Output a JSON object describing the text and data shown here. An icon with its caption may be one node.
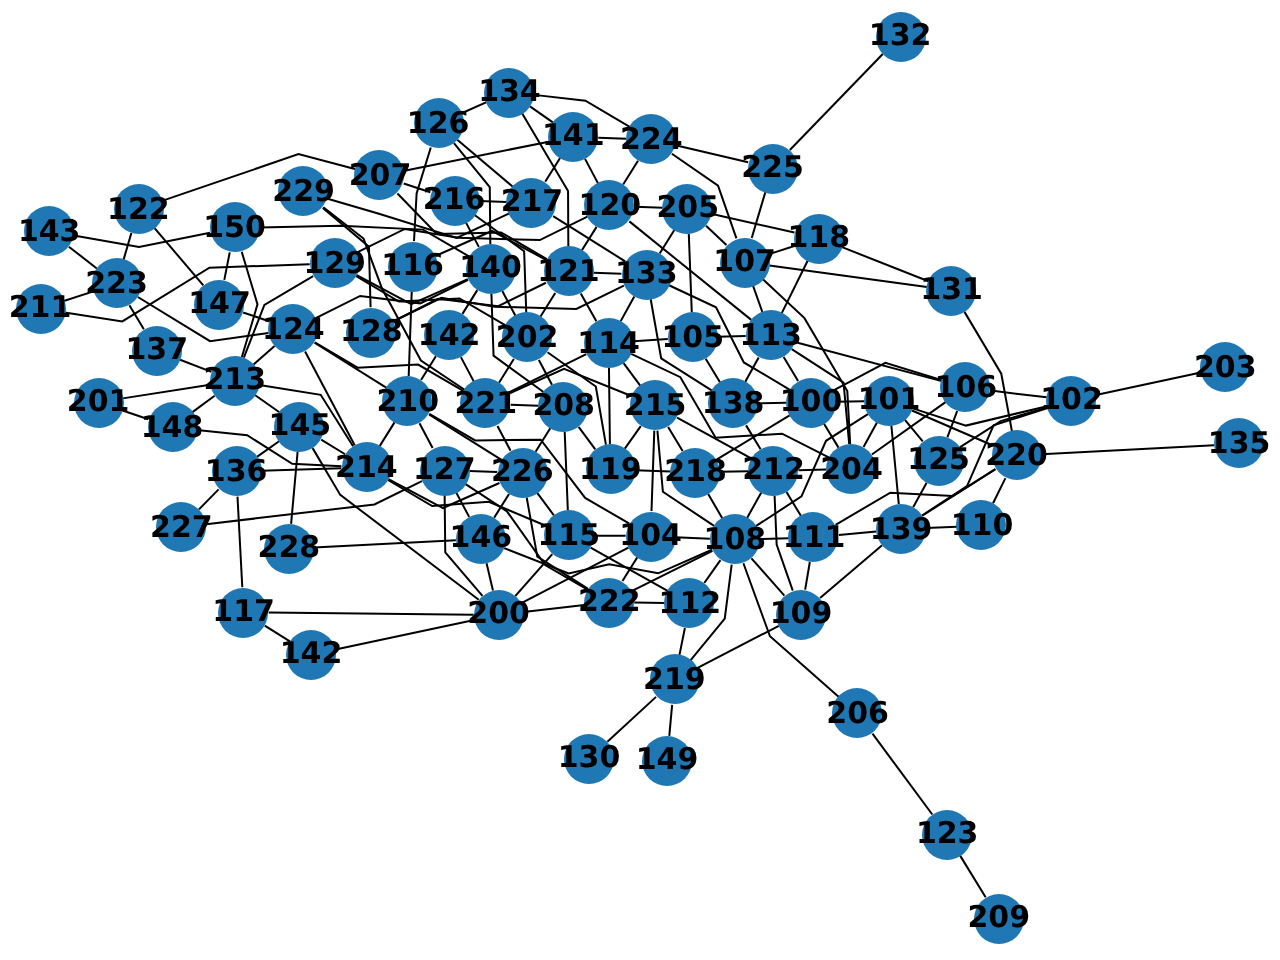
{
  "diagram": {
    "nodes": [
      {
        "text": [
          "132"
        ]
      },
      {
        "text": [
          "134"
        ]
      },
      {
        "text": [
          "126"
        ]
      },
      {
        "text": [
          "224"
        ]
      },
      {
        "text": [
          "225"
        ]
      },
      {
        "text": [
          "207"
        ]
      },
      {
        "text": [
          "141"
        ]
      },
      {
        "text": [
          "122"
        ]
      },
      {
        "text": [
          "217"
        ]
      },
      {
        "text": [
          "229"
        ]
      },
      {
        "text": [
          "118"
        ]
      },
      {
        "text": [
          "216"
        ]
      },
      {
        "text": [
          "120"
        ]
      },
      {
        "text": [
          "150"
        ]
      },
      {
        "text": [
          "143"
        ]
      },
      {
        "text": [
          "129"
        ]
      },
      {
        "text": [
          "205"
        ]
      },
      {
        "text": [
          "116"
        ]
      },
      {
        "text": [
          "121"
        ]
      },
      {
        "text": [
          "107"
        ]
      },
      {
        "text": [
          "211"
        ]
      },
      {
        "text": [
          "131"
        ]
      },
      {
        "text": [
          "128"
        ]
      },
      {
        "text": [
          "223"
        ]
      },
      {
        "text": [
          "140"
        ]
      },
      {
        "text": [
          "133"
        ]
      },
      {
        "text": [
          "124"
        ]
      },
      {
        "text": [
          "147"
        ]
      },
      {
        "text": [
          "137"
        ]
      },
      {
        "text": [
          "142"
        ]
      },
      {
        "text": [
          "202"
        ]
      },
      {
        "text": [
          "113"
        ]
      },
      {
        "text": [
          "105"
        ]
      },
      {
        "text": [
          "138"
        ]
      },
      {
        "text": [
          "213"
        ]
      },
      {
        "text": [
          "221"
        ]
      },
      {
        "text": [
          "203"
        ]
      },
      {
        "text": [
          "201"
        ]
      },
      {
        "text": [
          "106"
        ]
      },
      {
        "text": [
          "210"
        ]
      },
      {
        "text": [
          "114"
        ]
      },
      {
        "text": [
          "100"
        ]
      },
      {
        "text": [
          "148"
        ]
      },
      {
        "text": [
          "102"
        ]
      },
      {
        "text": [
          "119"
        ]
      },
      {
        "text": [
          "208"
        ]
      },
      {
        "text": [
          "135"
        ]
      },
      {
        "text": [
          "214"
        ]
      },
      {
        "text": [
          "204"
        ]
      },
      {
        "text": [
          "220"
        ]
      },
      {
        "text": [
          "136"
        ]
      },
      {
        "text": [
          "215"
        ]
      },
      {
        "text": [
          "125"
        ]
      },
      {
        "text": [
          "226"
        ]
      },
      {
        "text": [
          "145"
        ]
      },
      {
        "text": [
          "101"
        ]
      },
      {
        "text": [
          "115"
        ]
      },
      {
        "text": [
          "127"
        ]
      },
      {
        "text": [
          "218"
        ]
      },
      {
        "text": [
          "212"
        ]
      },
      {
        "text": [
          "139"
        ]
      },
      {
        "text": [
          "104"
        ]
      },
      {
        "text": [
          "146"
        ]
      },
      {
        "text": [
          "110"
        ]
      },
      {
        "text": [
          "227"
        ]
      },
      {
        "text": [
          "111"
        ]
      },
      {
        "text": [
          "108"
        ]
      },
      {
        "text": [
          "200"
        ]
      },
      {
        "text": [
          "222"
        ]
      },
      {
        "text": [
          "228"
        ]
      },
      {
        "text": [
          "109"
        ]
      },
      {
        "text": [
          "112"
        ]
      },
      {
        "text": [
          "117"
        ]
      },
      {
        "text": [
          "142"
        ]
      },
      {
        "text": [
          "219"
        ]
      },
      {
        "text": [
          "206"
        ]
      },
      {
        "text": [
          "130"
        ]
      },
      {
        "text": [
          "149"
        ]
      },
      {
        "text": [
          "123"
        ]
      },
      {
        "text": [
          "209"
        ]
      }
    ],
    "edges": [
      {
        "from": 0,
        "to": 4,
        "arrow": "none"
      },
      {
        "from": 4,
        "to": 3,
        "arrow": "none"
      },
      {
        "from": 4,
        "to": 19,
        "arrow": "none"
      },
      {
        "from": 3,
        "to": 1,
        "arrow": "none"
      },
      {
        "from": 3,
        "to": 19,
        "arrow": "none"
      },
      {
        "from": 3,
        "to": 6,
        "arrow": "none"
      },
      {
        "from": 3,
        "to": 12,
        "arrow": "none"
      },
      {
        "from": 10,
        "to": 21,
        "arrow": "none"
      },
      {
        "from": 19,
        "to": 21,
        "arrow": "none"
      },
      {
        "from": 10,
        "to": 19,
        "arrow": "none"
      },
      {
        "from": 10,
        "to": 16,
        "arrow": "none"
      },
      {
        "from": 10,
        "to": 31,
        "arrow": "none"
      },
      {
        "from": 21,
        "to": 49,
        "arrow": "none"
      },
      {
        "from": 36,
        "to": 43,
        "arrow": "none"
      },
      {
        "from": 46,
        "to": 49,
        "arrow": "none"
      },
      {
        "from": 43,
        "to": 38,
        "arrow": "none"
      },
      {
        "from": 43,
        "to": 52,
        "arrow": "none"
      },
      {
        "from": 43,
        "to": 55,
        "arrow": "none"
      },
      {
        "from": 49,
        "to": 60,
        "arrow": "none"
      },
      {
        "from": 49,
        "to": 63,
        "arrow": "none"
      },
      {
        "from": 63,
        "to": 60,
        "arrow": "none"
      },
      {
        "from": 38,
        "to": 48,
        "arrow": "none"
      },
      {
        "from": 38,
        "to": 41,
        "arrow": "none"
      },
      {
        "from": 38,
        "to": 52,
        "arrow": "none"
      },
      {
        "from": 52,
        "to": 60,
        "arrow": "none"
      },
      {
        "from": 52,
        "to": 55,
        "arrow": "none"
      },
      {
        "from": 60,
        "to": 55,
        "arrow": "none"
      },
      {
        "from": 60,
        "to": 65,
        "arrow": "none"
      },
      {
        "from": 60,
        "to": 70,
        "arrow": "none"
      },
      {
        "from": 75,
        "to": 66,
        "arrow": "none"
      },
      {
        "from": 75,
        "to": 78,
        "arrow": "none"
      },
      {
        "from": 78,
        "to": 79,
        "arrow": "none"
      },
      {
        "from": 74,
        "to": 71,
        "arrow": "none"
      },
      {
        "from": 74,
        "to": 66,
        "arrow": "none"
      },
      {
        "from": 74,
        "to": 70,
        "arrow": "none"
      },
      {
        "from": 74,
        "to": 76,
        "arrow": "none"
      },
      {
        "from": 74,
        "to": 77,
        "arrow": "none"
      },
      {
        "from": 73,
        "to": 72,
        "arrow": "none"
      },
      {
        "from": 73,
        "to": 67,
        "arrow": "none"
      },
      {
        "from": 72,
        "to": 67,
        "arrow": "none"
      },
      {
        "from": 72,
        "to": 50,
        "arrow": "none"
      },
      {
        "from": 69,
        "to": 54,
        "arrow": "none"
      },
      {
        "from": 69,
        "to": 62,
        "arrow": "none"
      },
      {
        "from": 64,
        "to": 57,
        "arrow": "none"
      },
      {
        "from": 64,
        "to": 50,
        "arrow": "none"
      },
      {
        "from": 14,
        "to": 13,
        "arrow": "none"
      },
      {
        "from": 14,
        "to": 23,
        "arrow": "none"
      },
      {
        "from": 20,
        "to": 23,
        "arrow": "none"
      },
      {
        "from": 20,
        "to": 15,
        "arrow": "none"
      },
      {
        "from": 7,
        "to": 5,
        "arrow": "none"
      },
      {
        "from": 7,
        "to": 23,
        "arrow": "none"
      },
      {
        "from": 7,
        "to": 27,
        "arrow": "none"
      },
      {
        "from": 23,
        "to": 28,
        "arrow": "none"
      },
      {
        "from": 23,
        "to": 26,
        "arrow": "none"
      },
      {
        "from": 13,
        "to": 34,
        "arrow": "none"
      },
      {
        "from": 13,
        "to": 27,
        "arrow": "none"
      },
      {
        "from": 13,
        "to": 24,
        "arrow": "none"
      },
      {
        "from": 28,
        "to": 34,
        "arrow": "none"
      },
      {
        "from": 37,
        "to": 34,
        "arrow": "none"
      },
      {
        "from": 37,
        "to": 42,
        "arrow": "none"
      },
      {
        "from": 34,
        "to": 42,
        "arrow": "none"
      },
      {
        "from": 34,
        "to": 26,
        "arrow": "none"
      },
      {
        "from": 34,
        "to": 15,
        "arrow": "none"
      },
      {
        "from": 34,
        "to": 47,
        "arrow": "none"
      },
      {
        "from": 34,
        "to": 54,
        "arrow": "none"
      },
      {
        "from": 27,
        "to": 26,
        "arrow": "none"
      },
      {
        "from": 42,
        "to": 47,
        "arrow": "none"
      },
      {
        "from": 50,
        "to": 47,
        "arrow": "none"
      },
      {
        "from": 50,
        "to": 54,
        "arrow": "none"
      },
      {
        "from": 54,
        "to": 47,
        "arrow": "none"
      },
      {
        "from": 54,
        "to": 67,
        "arrow": "none"
      },
      {
        "from": 47,
        "to": 26,
        "arrow": "none"
      },
      {
        "from": 47,
        "to": 39,
        "arrow": "none"
      },
      {
        "from": 47,
        "to": 53,
        "arrow": "none"
      },
      {
        "from": 47,
        "to": 56,
        "arrow": "none"
      },
      {
        "from": 5,
        "to": 6,
        "arrow": "none"
      },
      {
        "from": 5,
        "to": 18,
        "arrow": "none"
      },
      {
        "from": 5,
        "to": 11,
        "arrow": "none"
      },
      {
        "from": 9,
        "to": 8,
        "arrow": "none"
      },
      {
        "from": 9,
        "to": 22,
        "arrow": "none"
      },
      {
        "from": 9,
        "to": 35,
        "arrow": "none"
      },
      {
        "from": 15,
        "to": 12,
        "arrow": "none"
      },
      {
        "from": 15,
        "to": 24,
        "arrow": "none"
      },
      {
        "from": 15,
        "to": 30,
        "arrow": "none"
      },
      {
        "from": 22,
        "to": 25,
        "arrow": "none"
      },
      {
        "from": 22,
        "to": 18,
        "arrow": "none"
      },
      {
        "from": 26,
        "to": 24,
        "arrow": "none"
      },
      {
        "from": 26,
        "to": 35,
        "arrow": "none"
      },
      {
        "from": 26,
        "to": 39,
        "arrow": "none"
      },
      {
        "from": 2,
        "to": 1,
        "arrow": "none"
      },
      {
        "from": 2,
        "to": 8,
        "arrow": "none"
      },
      {
        "from": 2,
        "to": 17,
        "arrow": "none"
      },
      {
        "from": 2,
        "to": 24,
        "arrow": "none"
      },
      {
        "from": 1,
        "to": 6,
        "arrow": "none"
      },
      {
        "from": 1,
        "to": 18,
        "arrow": "none"
      },
      {
        "from": 6,
        "to": 8,
        "arrow": "none"
      },
      {
        "from": 6,
        "to": 12,
        "arrow": "none"
      },
      {
        "from": 8,
        "to": 11,
        "arrow": "none"
      },
      {
        "from": 8,
        "to": 25,
        "arrow": "none"
      },
      {
        "from": 11,
        "to": 24,
        "arrow": "none"
      },
      {
        "from": 11,
        "to": 30,
        "arrow": "none"
      },
      {
        "from": 17,
        "to": 18,
        "arrow": "none"
      },
      {
        "from": 17,
        "to": 39,
        "arrow": "none"
      },
      {
        "from": 18,
        "to": 12,
        "arrow": "none"
      },
      {
        "from": 18,
        "to": 25,
        "arrow": "none"
      },
      {
        "from": 18,
        "to": 30,
        "arrow": "none"
      },
      {
        "from": 18,
        "to": 40,
        "arrow": "none"
      },
      {
        "from": 12,
        "to": 16,
        "arrow": "none"
      },
      {
        "from": 12,
        "to": 31,
        "arrow": "none"
      },
      {
        "from": 16,
        "to": 19,
        "arrow": "none"
      },
      {
        "from": 16,
        "to": 25,
        "arrow": "none"
      },
      {
        "from": 16,
        "to": 32,
        "arrow": "none"
      },
      {
        "from": 25,
        "to": 40,
        "arrow": "none"
      },
      {
        "from": 25,
        "to": 33,
        "arrow": "none"
      },
      {
        "from": 25,
        "to": 41,
        "arrow": "none"
      },
      {
        "from": 24,
        "to": 30,
        "arrow": "none"
      },
      {
        "from": 24,
        "to": 29,
        "arrow": "none"
      },
      {
        "from": 24,
        "to": 45,
        "arrow": "none"
      },
      {
        "from": 29,
        "to": 35,
        "arrow": "none"
      },
      {
        "from": 29,
        "to": 39,
        "arrow": "none"
      },
      {
        "from": 30,
        "to": 35,
        "arrow": "none"
      },
      {
        "from": 30,
        "to": 45,
        "arrow": "none"
      },
      {
        "from": 30,
        "to": 44,
        "arrow": "none"
      },
      {
        "from": 35,
        "to": 45,
        "arrow": "none"
      },
      {
        "from": 35,
        "to": 51,
        "arrow": "none"
      },
      {
        "from": 35,
        "to": 53,
        "arrow": "none"
      },
      {
        "from": 35,
        "to": 40,
        "arrow": "none"
      },
      {
        "from": 39,
        "to": 57,
        "arrow": "none"
      },
      {
        "from": 39,
        "to": 53,
        "arrow": "none"
      },
      {
        "from": 39,
        "to": 61,
        "arrow": "none"
      },
      {
        "from": 45,
        "to": 53,
        "arrow": "none"
      },
      {
        "from": 45,
        "to": 56,
        "arrow": "none"
      },
      {
        "from": 45,
        "to": 44,
        "arrow": "none"
      },
      {
        "from": 53,
        "to": 62,
        "arrow": "none"
      },
      {
        "from": 53,
        "to": 57,
        "arrow": "none"
      },
      {
        "from": 53,
        "to": 56,
        "arrow": "none"
      },
      {
        "from": 53,
        "to": 68,
        "arrow": "none"
      },
      {
        "from": 57,
        "to": 62,
        "arrow": "none"
      },
      {
        "from": 57,
        "to": 67,
        "arrow": "none"
      },
      {
        "from": 57,
        "to": 68,
        "arrow": "none"
      },
      {
        "from": 62,
        "to": 67,
        "arrow": "none"
      },
      {
        "from": 62,
        "to": 66,
        "arrow": "none"
      },
      {
        "from": 56,
        "to": 61,
        "arrow": "none"
      },
      {
        "from": 56,
        "to": 71,
        "arrow": "none"
      },
      {
        "from": 56,
        "to": 67,
        "arrow": "none"
      },
      {
        "from": 40,
        "to": 44,
        "arrow": "none"
      },
      {
        "from": 40,
        "to": 32,
        "arrow": "none"
      },
      {
        "from": 40,
        "to": 51,
        "arrow": "none"
      },
      {
        "from": 40,
        "to": 48,
        "arrow": "none"
      },
      {
        "from": 44,
        "to": 51,
        "arrow": "none"
      },
      {
        "from": 44,
        "to": 58,
        "arrow": "none"
      },
      {
        "from": 32,
        "to": 33,
        "arrow": "none"
      },
      {
        "from": 32,
        "to": 31,
        "arrow": "none"
      },
      {
        "from": 33,
        "to": 31,
        "arrow": "none"
      },
      {
        "from": 33,
        "to": 41,
        "arrow": "none"
      },
      {
        "from": 33,
        "to": 59,
        "arrow": "none"
      },
      {
        "from": 31,
        "to": 19,
        "arrow": "none"
      },
      {
        "from": 31,
        "to": 38,
        "arrow": "none"
      },
      {
        "from": 31,
        "to": 41,
        "arrow": "none"
      },
      {
        "from": 31,
        "to": 48,
        "arrow": "none"
      },
      {
        "from": 19,
        "to": 48,
        "arrow": "none"
      },
      {
        "from": 41,
        "to": 48,
        "arrow": "none"
      },
      {
        "from": 41,
        "to": 55,
        "arrow": "none"
      },
      {
        "from": 41,
        "to": 58,
        "arrow": "none"
      },
      {
        "from": 48,
        "to": 55,
        "arrow": "none"
      },
      {
        "from": 48,
        "to": 59,
        "arrow": "none"
      },
      {
        "from": 51,
        "to": 61,
        "arrow": "none"
      },
      {
        "from": 51,
        "to": 58,
        "arrow": "none"
      },
      {
        "from": 51,
        "to": 59,
        "arrow": "none"
      },
      {
        "from": 51,
        "to": 66,
        "arrow": "none"
      },
      {
        "from": 61,
        "to": 66,
        "arrow": "none"
      },
      {
        "from": 61,
        "to": 68,
        "arrow": "none"
      },
      {
        "from": 61,
        "to": 67,
        "arrow": "none"
      },
      {
        "from": 58,
        "to": 59,
        "arrow": "none"
      },
      {
        "from": 58,
        "to": 66,
        "arrow": "none"
      },
      {
        "from": 59,
        "to": 65,
        "arrow": "none"
      },
      {
        "from": 59,
        "to": 66,
        "arrow": "none"
      },
      {
        "from": 59,
        "to": 70,
        "arrow": "none"
      },
      {
        "from": 65,
        "to": 66,
        "arrow": "none"
      },
      {
        "from": 65,
        "to": 70,
        "arrow": "none"
      },
      {
        "from": 55,
        "to": 66,
        "arrow": "none"
      },
      {
        "from": 66,
        "to": 70,
        "arrow": "none"
      },
      {
        "from": 66,
        "to": 71,
        "arrow": "none"
      },
      {
        "from": 66,
        "to": 68,
        "arrow": "none"
      },
      {
        "from": 71,
        "to": 68,
        "arrow": "none"
      },
      {
        "from": 67,
        "to": 68,
        "arrow": "none"
      },
      {
        "from": 49,
        "to": 65,
        "arrow": "none"
      },
      {
        "from": 49,
        "to": 55,
        "arrow": "none"
      },
      {
        "from": 43,
        "to": 60,
        "arrow": "none"
      }
    ]
  }
}
